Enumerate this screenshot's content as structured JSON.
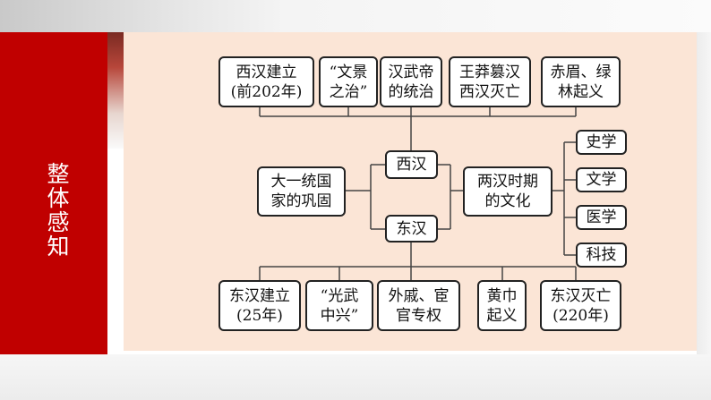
{
  "sidebar": {
    "title": "整体感知"
  },
  "diagram": {
    "xihan": "西汉",
    "donghan": "东汉",
    "left": "大一统国\n家的巩固",
    "right": "两汉时期\n的文化",
    "top_items": [
      "西汉建立\n(前202年)",
      "“文景\n之治”",
      "汉武帝\n的统治",
      "王莽篡汉\n西汉灭亡",
      "赤眉、绿\n林起义"
    ],
    "bottom_items": [
      "东汉建立\n(25年)",
      "“光武\n中兴”",
      "外戚、宦\n官专权",
      "黄巾\n起义",
      "东汉灭亡\n(220年)"
    ],
    "culture_items": [
      "史学",
      "文学",
      "医学",
      "科技"
    ]
  }
}
